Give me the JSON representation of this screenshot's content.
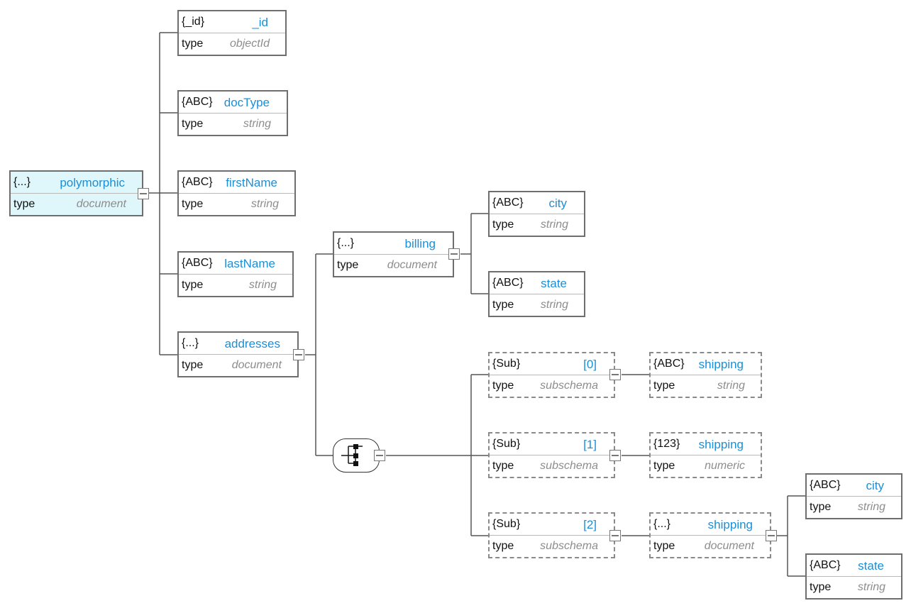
{
  "nodes": {
    "root": {
      "kind": "{...}",
      "name": "polymorphic",
      "type_label": "type",
      "type_value": "document"
    },
    "id": {
      "kind": "{_id}",
      "name": "_id",
      "type_label": "type",
      "type_value": "objectId"
    },
    "docType": {
      "kind": "{ABC}",
      "name": "docType",
      "type_label": "type",
      "type_value": "string"
    },
    "firstName": {
      "kind": "{ABC}",
      "name": "firstName",
      "type_label": "type",
      "type_value": "string"
    },
    "lastName": {
      "kind": "{ABC}",
      "name": "lastName",
      "type_label": "type",
      "type_value": "string"
    },
    "addresses": {
      "kind": "{...}",
      "name": "addresses",
      "type_label": "type",
      "type_value": "document"
    },
    "billing": {
      "kind": "{...}",
      "name": "billing",
      "type_label": "type",
      "type_value": "document"
    },
    "billing_city": {
      "kind": "{ABC}",
      "name": "city",
      "type_label": "type",
      "type_value": "string"
    },
    "billing_state": {
      "kind": "{ABC}",
      "name": "state",
      "type_label": "type",
      "type_value": "string"
    },
    "sub0": {
      "kind": "{Sub}",
      "name": "[0]",
      "type_label": "type",
      "type_value": "subschema"
    },
    "sub1": {
      "kind": "{Sub}",
      "name": "[1]",
      "type_label": "type",
      "type_value": "subschema"
    },
    "sub2": {
      "kind": "{Sub}",
      "name": "[2]",
      "type_label": "type",
      "type_value": "subschema"
    },
    "shipping0": {
      "kind": "{ABC}",
      "name": "shipping",
      "type_label": "type",
      "type_value": "string"
    },
    "shipping1": {
      "kind": "{123}",
      "name": "shipping",
      "type_label": "type",
      "type_value": "numeric"
    },
    "shipping2": {
      "kind": "{...}",
      "name": "shipping",
      "type_label": "type",
      "type_value": "document"
    },
    "shipping_city": {
      "kind": "{ABC}",
      "name": "city",
      "type_label": "type",
      "type_value": "string"
    },
    "shipping_state": {
      "kind": "{ABC}",
      "name": "state",
      "type_label": "type",
      "type_value": "string"
    }
  },
  "icons": {
    "expand_toggle": "minus-square-icon",
    "choice": "choice-branch-icon"
  },
  "colors": {
    "field_name": "#1a8fd8",
    "type_value": "#8d8d8d",
    "root_fill": "#dff6fa",
    "border": "#6e6e6e",
    "connector": "#555555"
  }
}
